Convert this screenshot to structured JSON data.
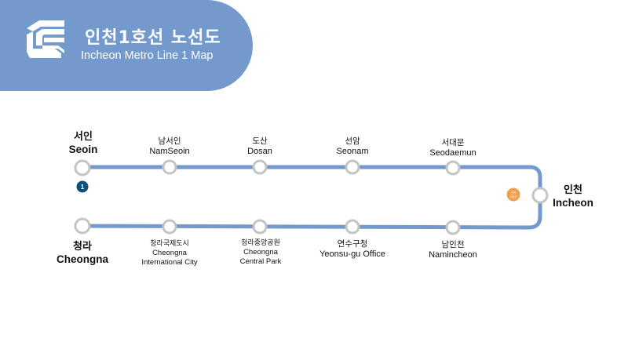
{
  "header": {
    "title_ko": "인천1호선 노선도",
    "title_en": "Incheon Metro Line 1 Map",
    "color": "#7399cd",
    "logo": "incheon-metro-logo"
  },
  "line": {
    "color": "#7399cd",
    "badge_label": "1",
    "badge_color": "#0d4f7c"
  },
  "transfer_marker": {
    "line1_ko": "인천",
    "line2_ko": "2호선",
    "color": "#f0a04b"
  },
  "stations": [
    {
      "id": "seoin",
      "name_ko": "서인",
      "name_en": "Seoin",
      "terminal": true
    },
    {
      "id": "namseoin",
      "name_ko": "남서인",
      "name_en": "NamSeoin"
    },
    {
      "id": "dosan",
      "name_ko": "도산",
      "name_en": "Dosan"
    },
    {
      "id": "seonam",
      "name_ko": "선암",
      "name_en": "Seonam"
    },
    {
      "id": "seodaemun",
      "name_ko": "서대문",
      "name_en": "Seodaemun"
    },
    {
      "id": "incheon",
      "name_ko": "인천",
      "name_en": "Incheon",
      "terminal": true
    },
    {
      "id": "namincheon",
      "name_ko": "남인천",
      "name_en": "Namincheon"
    },
    {
      "id": "yeonsugu-office",
      "name_ko": "연수구청",
      "name_en": "Yeonsu-gu Office"
    },
    {
      "id": "central-park",
      "name_ko": "청라중앙공원",
      "name_en_1": "Cheongna",
      "name_en_2": "Central Park"
    },
    {
      "id": "international-city",
      "name_ko": "청라국제도시",
      "name_en_1": "Cheongna",
      "name_en_2": "International City"
    },
    {
      "id": "cheongna",
      "name_ko": "청라",
      "name_en": "Cheongna",
      "terminal": true
    }
  ]
}
